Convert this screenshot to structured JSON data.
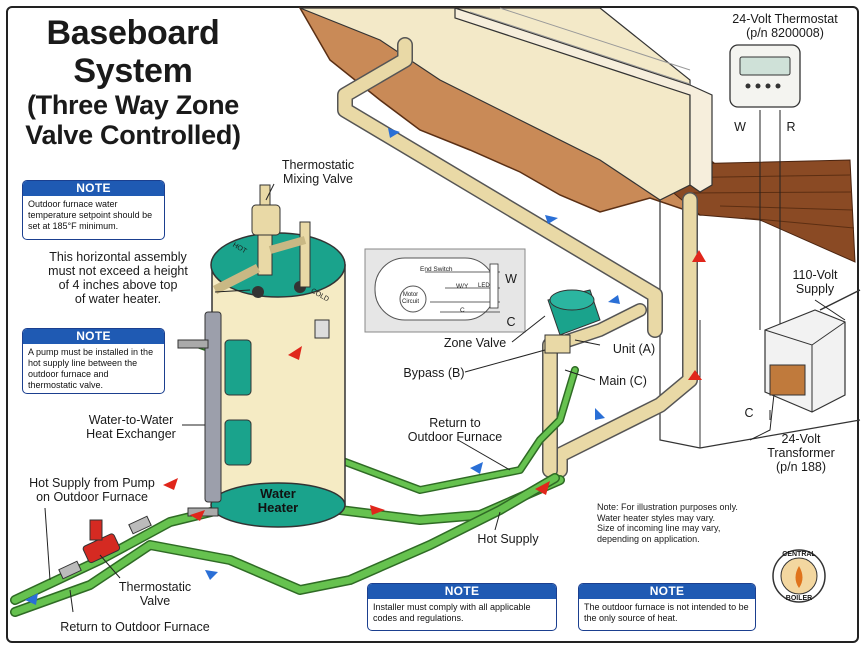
{
  "title": {
    "line1": "Baseboard",
    "line2": "System",
    "line3": "(Three Way Zone",
    "line4": "Valve Controlled)"
  },
  "labels": {
    "thermostat": "24-Volt Thermostat",
    "thermostat_pn": "(p/n 8200008)",
    "wire_w": "W",
    "wire_r": "R",
    "mixing_valve_1": "Thermostatic",
    "mixing_valve_2": "Mixing Valve",
    "horizontal_note_1": "This horizontal assembly",
    "horizontal_note_2": "must not exceed a height",
    "horizontal_note_3": "of 4 inches above top",
    "horizontal_note_4": "of water heater.",
    "zone_valve": "Zone Valve",
    "unit_a": "Unit (A)",
    "bypass_b": "Bypass (B)",
    "main_c": "Main (C)",
    "supply_110_1": "110-Volt",
    "supply_110_2": "Supply",
    "wire_c": "C",
    "transformer_1": "24-Volt",
    "transformer_2": "Transformer",
    "transformer_3": "(p/n 188)",
    "heat_exchanger_1": "Water-to-Water",
    "heat_exchanger_2": "Heat Exchanger",
    "return_outdoor_1": "Return to",
    "return_outdoor_2": "Outdoor Furnace",
    "water_heater_1": "Water",
    "water_heater_2": "Heater",
    "hot_supply_pump_1": "Hot Supply from Pump",
    "hot_supply_pump_2": "on Outdoor Furnace",
    "thermo_valve_1": "Thermostatic",
    "thermo_valve_2": "Valve",
    "return_outdoor_bottom": "Return to Outdoor Furnace",
    "hot_supply": "Hot Supply",
    "illustration_note_1": "Note: For illustration purposes only.",
    "illustration_note_2": "Water heater styles may vary.",
    "illustration_note_3": "Size of incoming line may vary,",
    "illustration_note_4": "depending on application.",
    "tank_hot": "HOT",
    "tank_cold": "COLD",
    "logo_top": "CENTRAL",
    "logo_bottom": "BOILER"
  },
  "wiring_inset": {
    "end_switch": "End Switch",
    "motor_circuit_1": "Motor",
    "motor_circuit_2": "Circuit",
    "wy": "W/Y",
    "led": "LED",
    "c": "C",
    "w": "W",
    "c_label": "C"
  },
  "notes": [
    {
      "header": "NOTE",
      "body": "Outdoor furnace water temperature setpoint should be set at 185°F minimum."
    },
    {
      "header": "NOTE",
      "body": "A pump must be installed in the hot supply line between the outdoor furnace and thermostatic valve."
    },
    {
      "header": "NOTE",
      "body": "Installer must comply with all applicable codes and regulations."
    },
    {
      "header": "NOTE",
      "body": "The outdoor furnace is not intended to be the only source of heat."
    }
  ],
  "colors": {
    "pipe_tan": "#e9d9a6",
    "pipe_green": "#5cbf4a",
    "tank_teal": "#1aa38c",
    "tank_body": "#f5ebc4",
    "note_header": "#1f5ab3",
    "arrow_red": "#e0261b",
    "arrow_blue": "#2a6fd6",
    "floor_wood": "#8a4a24"
  }
}
